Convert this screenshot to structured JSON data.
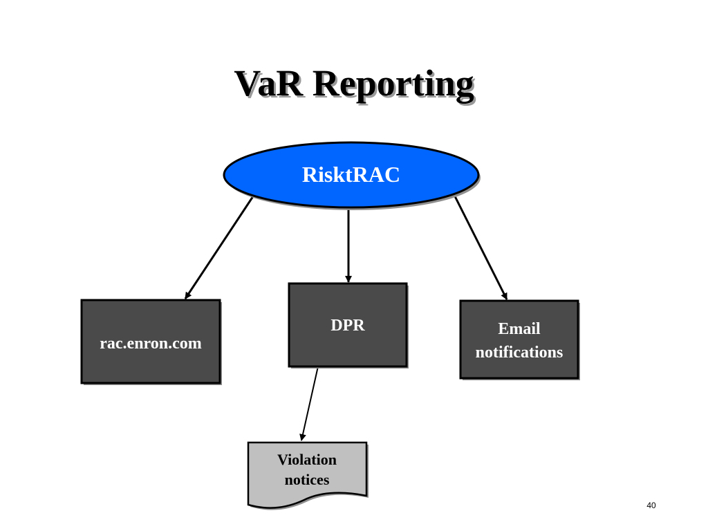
{
  "slide": {
    "title": "VaR Reporting",
    "page_number": "40"
  },
  "diagram": {
    "root": {
      "label": "RisktRAC",
      "fill": "#0066ff"
    },
    "nodes": {
      "rac": {
        "label": "rac.enron.com",
        "fill": "#4a4a4a"
      },
      "dpr": {
        "label": "DPR",
        "fill": "#4a4a4a"
      },
      "email": {
        "lines": [
          "Email",
          "notifications"
        ],
        "fill": "#4a4a4a"
      },
      "violation": {
        "lines": [
          "Violation",
          "notices"
        ],
        "fill": "#c0c0c0"
      }
    },
    "edges": [
      {
        "from": "RisktRAC",
        "to": "rac.enron.com"
      },
      {
        "from": "RisktRAC",
        "to": "DPR"
      },
      {
        "from": "RisktRAC",
        "to": "Email notifications"
      },
      {
        "from": "DPR",
        "to": "Violation notices"
      }
    ]
  }
}
